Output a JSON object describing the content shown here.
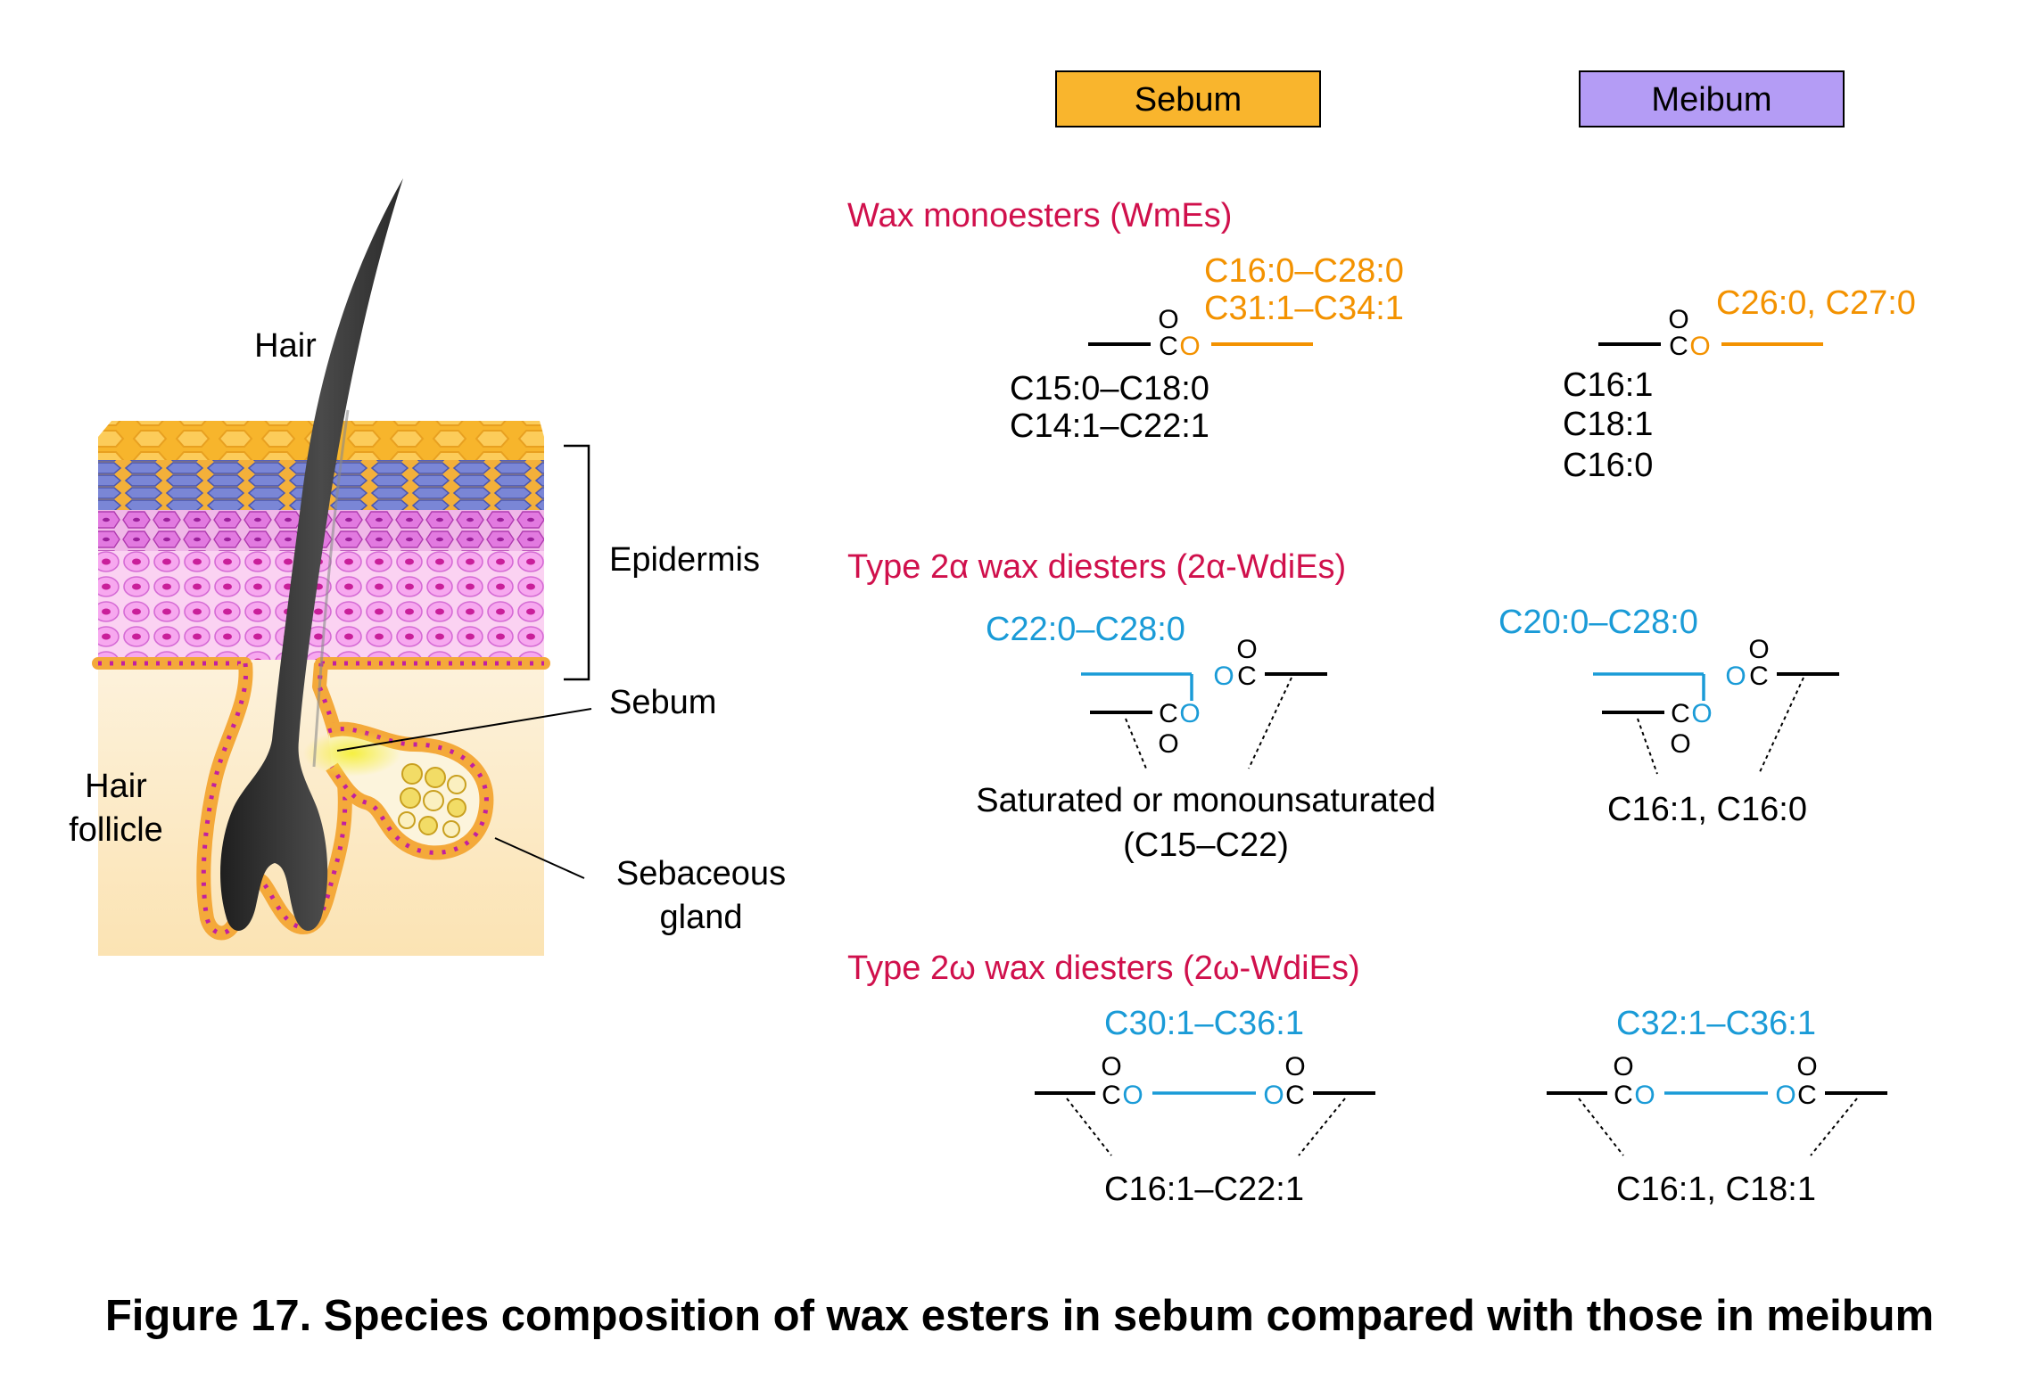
{
  "colors": {
    "section_title": "#d0104c",
    "acid_orange": "#f39200",
    "alcohol_blue": "#1a9bd7",
    "sebum_box": "#f9b52d",
    "meibum_box": "#b49cf5",
    "skin_yellow": "#fce9c4",
    "hair": "#333333"
  },
  "headers": {
    "sebum": "Sebum",
    "meibum": "Meibum"
  },
  "anatomy": {
    "hair": "Hair",
    "epidermis": "Epidermis",
    "sebum": "Sebum",
    "hair_follicle": [
      "Hair",
      "follicle"
    ],
    "sebaceous_gland": [
      "Sebaceous",
      "gland"
    ]
  },
  "atoms": {
    "oxygen": "O",
    "carbon": "C"
  },
  "sections": {
    "wme": {
      "title": "Wax monoesters (WmEs)",
      "sebum": {
        "acid": [
          "C16:0–C28:0",
          "C31:1–C34:1"
        ],
        "alcohol": [
          "C15:0–C18:0",
          "C14:1–C22:1"
        ]
      },
      "meibum": {
        "acid": [
          "C26:0, C27:0"
        ],
        "alcohol": [
          "C16:1",
          "C18:1",
          "C16:0"
        ]
      }
    },
    "wde_alpha": {
      "title": "Type 2α wax diesters (2α-WdiEs)",
      "sebum": {
        "diol": "C22:0–C28:0",
        "acids": [
          "Saturated or monounsaturated",
          "(C15–C22)"
        ]
      },
      "meibum": {
        "diol": "C20:0–C28:0",
        "acids": [
          "C16:1, C16:0"
        ]
      }
    },
    "wde_omega": {
      "title": "Type 2ω wax diesters (2ω-WdiEs)",
      "sebum": {
        "diol": "C30:1–C36:1",
        "acids": [
          "C16:1–C22:1"
        ]
      },
      "meibum": {
        "diol": "C32:1–C36:1",
        "acids": [
          "C16:1, C18:1"
        ]
      }
    }
  },
  "caption": "Figure 17. Species composition of wax esters in sebum compared with those in meibum"
}
